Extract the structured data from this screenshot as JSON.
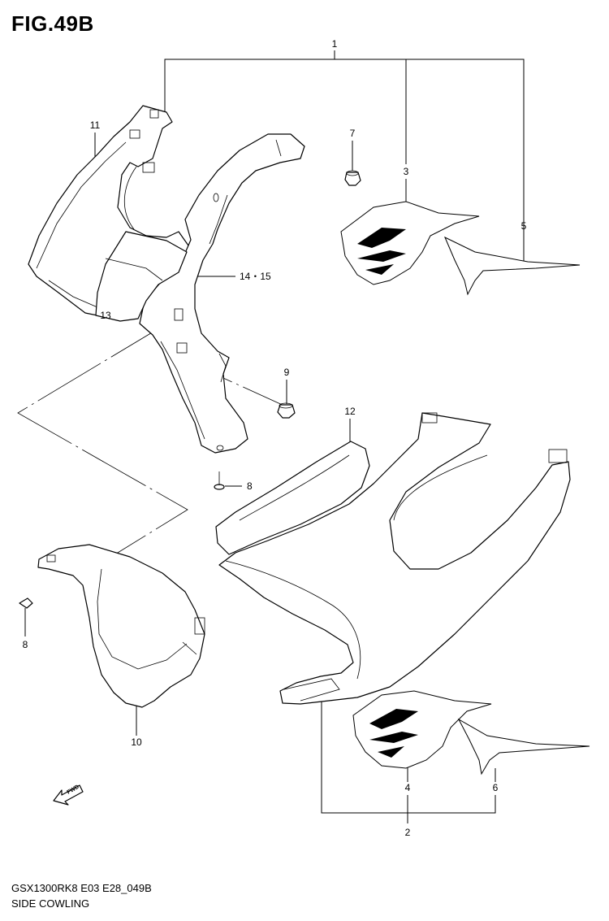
{
  "figure": {
    "title": "FIG.49B"
  },
  "footer": {
    "model_code": "GSX1300RK8 E03 E28_049B",
    "section_name": "SIDE COWLING"
  },
  "fwd_marker": {
    "label": "FWD",
    "icon": "fwd-arrow-icon"
  },
  "callouts": {
    "c1": "1",
    "c2": "2",
    "c3": "3",
    "c4": "4",
    "c5": "5",
    "c6": "6",
    "c7": "7",
    "c8a": "8",
    "c8b": "8",
    "c9": "9",
    "c10": "10",
    "c11": "11",
    "c12": "12",
    "c13": "13",
    "c1415": "14・15"
  }
}
